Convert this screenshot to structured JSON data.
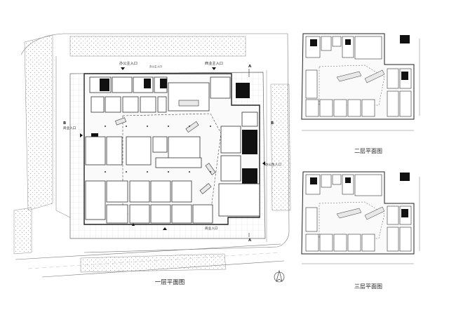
{
  "sheet": {
    "plans": {
      "ground": {
        "title": "一层平面图"
      },
      "second": {
        "title": "二层平面图"
      },
      "third": {
        "title": "三层平面图"
      }
    },
    "entrances": {
      "office_main": "办公主入口",
      "office_sub": "办公主入口",
      "commercial_main": "商业主入口",
      "commercial_entry_w": "商业入口",
      "commercial_entry_s": "商业入口",
      "office_sub_e": "办公生入口"
    },
    "section_marks": {
      "A": "A",
      "B": "B"
    }
  }
}
